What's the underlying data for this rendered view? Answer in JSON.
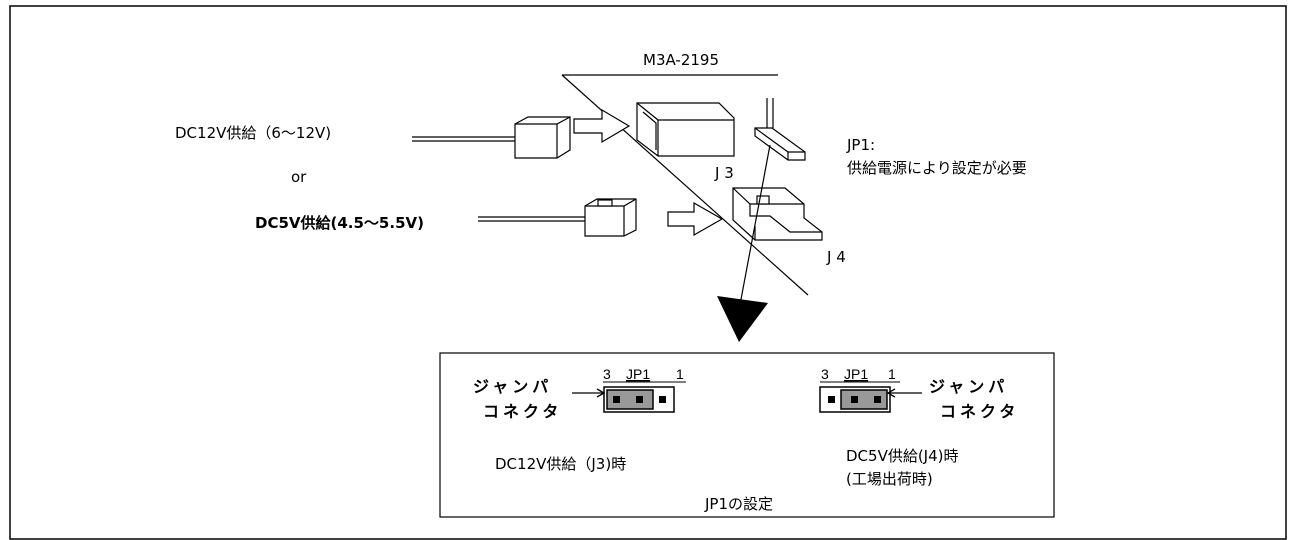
{
  "board": {
    "name": "M3A-2195"
  },
  "power": {
    "dc12": "DC12V供給（6～12V)",
    "or": "or",
    "dc5": "DC5V供給(4.5～5.5V)"
  },
  "connectors": {
    "j3": "J 3",
    "j4": "J 4"
  },
  "jp1_note": {
    "title": "JP1:",
    "desc": "供給電源により設定が必要"
  },
  "settings": {
    "caption": "JP1の設定",
    "left": {
      "pins": {
        "n3": "3",
        "name": "JP1",
        "n1": "1"
      },
      "jumper_line1": "ジャンパ",
      "jumper_line2": "コネクタ",
      "condition": "DC12V供給（J3)時"
    },
    "right": {
      "pins": {
        "n3": "3",
        "name": "JP1",
        "n1": "1"
      },
      "jumper_line1": "ジャンパ",
      "jumper_line2": "コネクタ",
      "condition": "DC5V供給(J4)時",
      "note": "(工場出荷時)"
    }
  }
}
